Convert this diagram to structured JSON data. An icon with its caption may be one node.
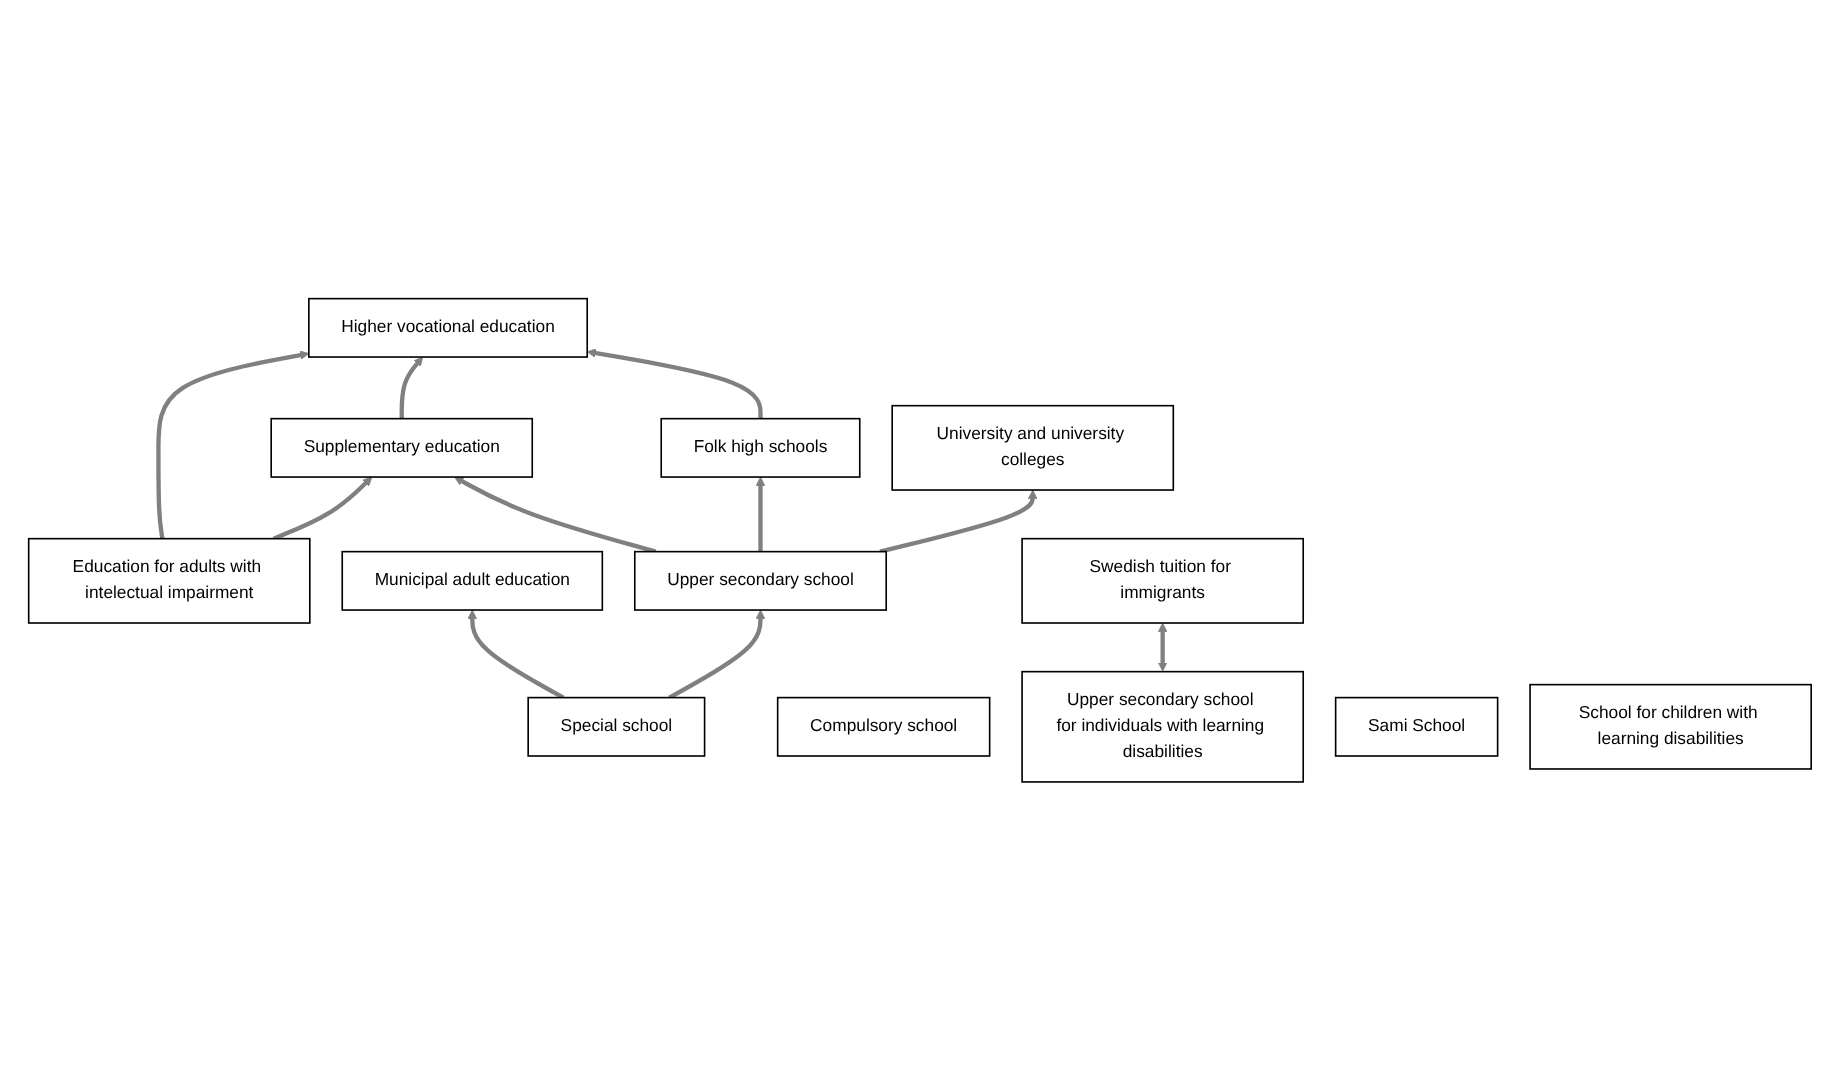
{
  "diagram": {
    "nodes": [
      {
        "text": [
          "University and university colleges"
        ]
      },
      {
        "text": [
          "Higher vocational education"
        ]
      },
      {
        "text": [
          "Folk high schools"
        ]
      },
      {
        "text": [
          "Supplementary education"
        ]
      },
      {
        "text": [
          "Education for adults with intelectual impairment"
        ]
      },
      {
        "text": [
          "Upper secondary school"
        ]
      },
      {
        "text": [
          "Upper secondary school for individuals with learning disabilities"
        ]
      },
      {
        "text": [
          "Swedish tuition for immigrants"
        ]
      },
      {
        "text": [
          "Municipal adult education"
        ]
      },
      {
        "text": [
          "Compulsory school"
        ]
      },
      {
        "text": [
          "Special school"
        ]
      },
      {
        "text": [
          "Sami School"
        ]
      },
      {
        "text": [
          "School for children with learning disabilities"
        ]
      }
    ],
    "edges": [
      {
        "from": 5,
        "to": 0,
        "arrow": "to"
      },
      {
        "from": 5,
        "to": 2,
        "arrow": "to"
      },
      {
        "from": 5,
        "to": 3,
        "arrow": "to"
      },
      {
        "from": 2,
        "to": 1,
        "arrow": "to"
      },
      {
        "from": 3,
        "to": 1,
        "arrow": "to"
      },
      {
        "from": 4,
        "to": 3,
        "arrow": "to"
      },
      {
        "from": 4,
        "to": 1,
        "arrow": "to"
      },
      {
        "from": 6,
        "to": 7,
        "arrow": "both"
      },
      {
        "from": 10,
        "to": 5,
        "arrow": "to"
      },
      {
        "from": 10,
        "to": 8,
        "arrow": "to"
      }
    ]
  }
}
